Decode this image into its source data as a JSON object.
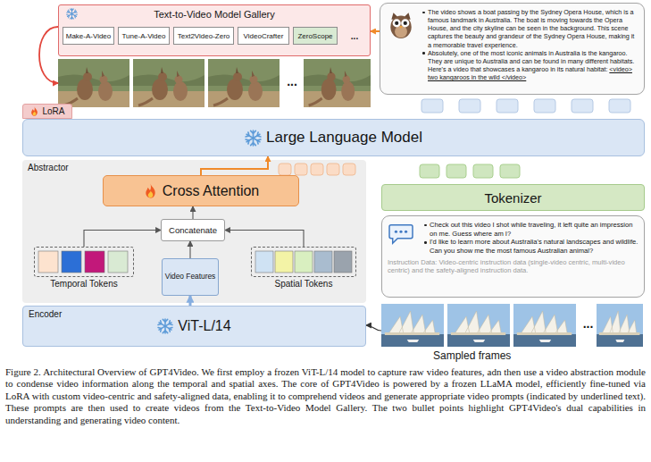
{
  "diagram": {
    "caption": "Figure 2. Architectural Overview of GPT4Video. We first employ a frozen ViT-L/14 model to capture raw video features, adn then use a video abstraction module to condense video information along the temporal and spatial axes. The core of GPT4Video is powered by a frozen LLaMA model, efficiently fine-tuned via LoRA with custom video-centric and safety-aligned data, enabling it to comprehend videos and generate appropriate video prompts (indicated by underlined text). These prompts are then used to create videos from the Text-to-Video Model Gallery. The two bullet points highlight GPT4Video's dual capabilities in understanding and generating video content.",
    "nodes": [
      {
        "text": [
          "Text-to-Video Model Gallery"
        ]
      },
      {
        "text": [
          "Make-A-Video"
        ],
        "in": 0
      },
      {
        "text": [
          "Tune-A-Video"
        ],
        "in": 0
      },
      {
        "text": [
          "Text2Video-Zero"
        ],
        "in": 0
      },
      {
        "text": [
          "VideoCrafter"
        ],
        "in": 0
      },
      {
        "text": [
          "ZeroScope"
        ],
        "in": 0
      },
      {
        "text": [
          "..."
        ]
      },
      {
        "text": [
          "The video shows a boat passing by the Sydney Opera House, which is a famous landmark in Australia. The boat is moving towards the Opera House, and the city skyline can be seen in the background. This scene captures the beauty and grandeur of the Sydney Opera House, making it a memorable travel experience.",
          "Absolutely, one of the most iconic animals in Australia is the kangaroo. They are unique to Australia and can be found in many different habitats. Here's a video that showcases a kangaroo in its natural habitat:",
          "<video> two kangaroos in the wild </video>"
        ]
      },
      {
        "text": [
          "LoRA"
        ]
      },
      {
        "text": [
          "Large Language Model"
        ]
      },
      {
        "text": [
          "Abstractor"
        ]
      },
      {
        "text": [
          "Cross Attention"
        ],
        "in": 10
      },
      {
        "text": [
          "Concatenate"
        ],
        "in": 10
      },
      {
        "text": [
          "Temporal Tokens"
        ],
        "in": 10
      },
      {
        "text": [
          "Video Features"
        ],
        "in": 10
      },
      {
        "text": [
          "Spatial Tokens"
        ],
        "in": 10
      },
      {
        "text": [
          "Tokenizer"
        ]
      },
      {
        "text": [
          "Check out this video I shot while traveling, it left quite an impression on me. Guess where am I?",
          "I'd like to learn more about Australia's natural landscapes and wildlife. Can you show me the most famous Australian animal?",
          "Instruction Data: Video-centric instruction data (single-video centric, multi-video centric) and the safety-aligned instruction data."
        ]
      },
      {
        "text": [
          "Encoder",
          "ViT-L/14"
        ]
      },
      {
        "text": [
          "...",
          "Sampled frames"
        ]
      }
    ],
    "edges": [
      {
        "from": 7,
        "to": 0,
        "arrow": "to"
      },
      {
        "from": 0,
        "to": 6,
        "arrow": "to"
      },
      {
        "from": 11,
        "to": 9,
        "arrow": "to"
      },
      {
        "from": 12,
        "to": 11,
        "arrow": "to"
      },
      {
        "from": 13,
        "to": 12,
        "arrow": "to"
      },
      {
        "from": 14,
        "to": 12,
        "arrow": "to"
      },
      {
        "from": 15,
        "to": 12,
        "arrow": "to"
      },
      {
        "from": 18,
        "to": 14,
        "arrow": "to"
      },
      {
        "from": 19,
        "to": 18,
        "arrow": "to"
      }
    ],
    "labels": [
      "..."
    ]
  }
}
